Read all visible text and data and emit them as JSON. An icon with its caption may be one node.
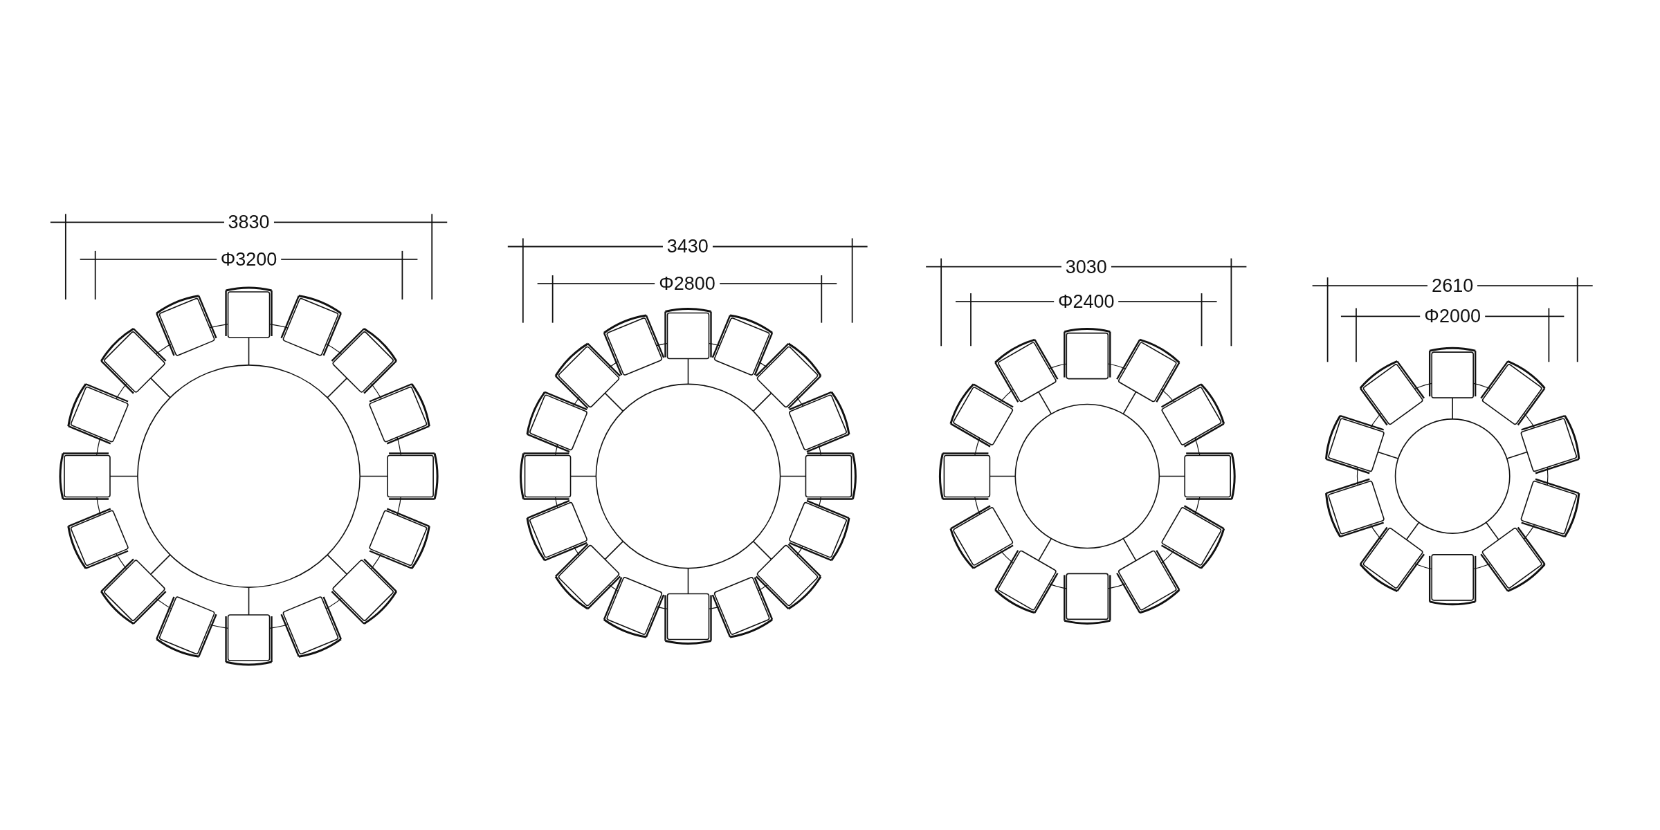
{
  "diagram": {
    "labels": [
      "3830",
      "Φ3200",
      "3430",
      "Φ2800",
      "3030",
      "Φ2400",
      "2610",
      "Φ2000"
    ]
  }
}
